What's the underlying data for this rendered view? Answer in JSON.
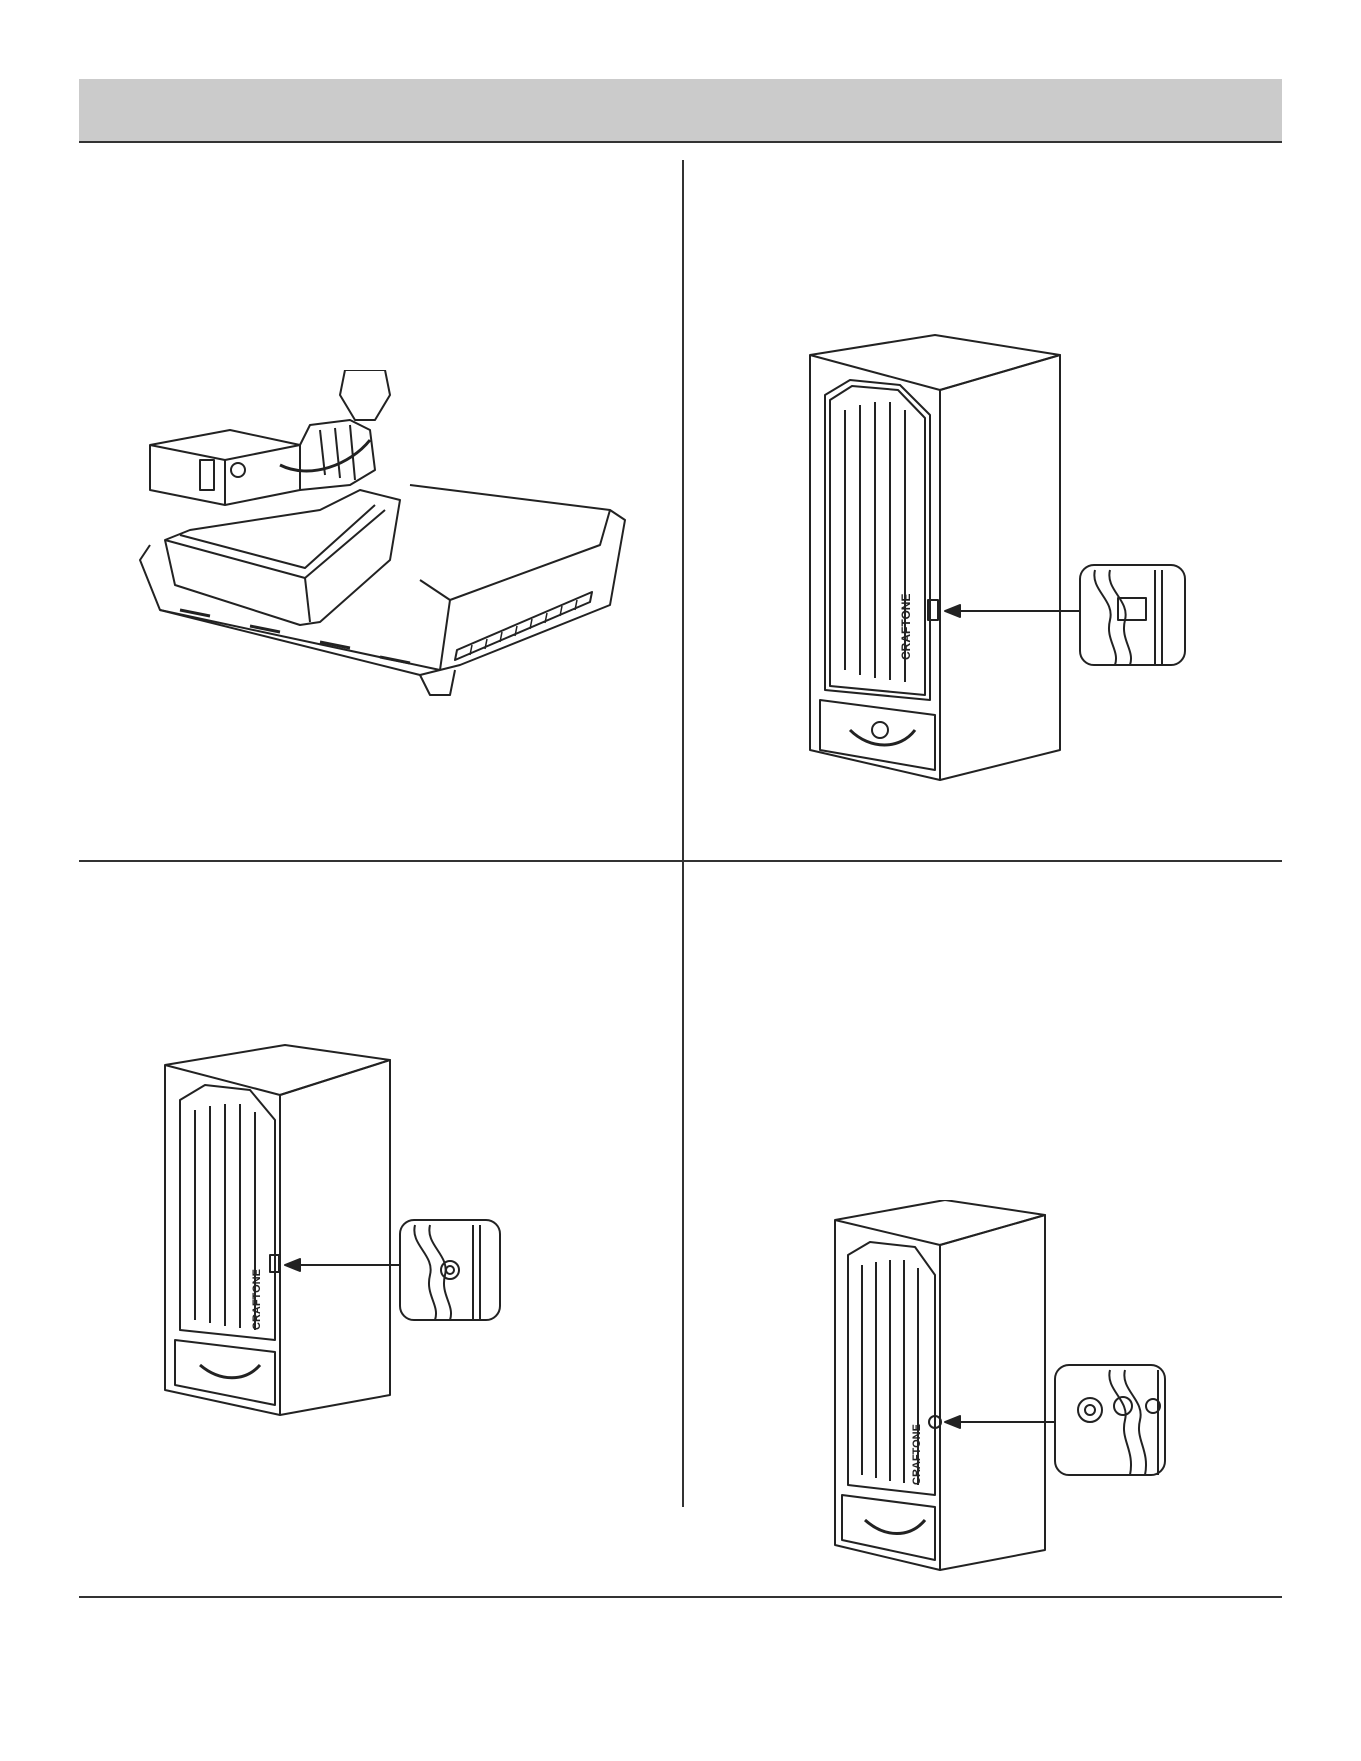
{
  "header": {
    "title": ""
  },
  "steps": [
    {
      "text": ""
    },
    {
      "text": ""
    },
    {
      "text": ""
    },
    {
      "text": ""
    }
  ],
  "figures": {
    "ice_maker": {
      "icon": "ice-maker-drawer-illustration"
    },
    "fridge_back_1": {
      "icon": "fridge-back-illustration",
      "stamp": "CRAFTONE"
    },
    "fridge_back_2": {
      "icon": "fridge-back-illustration",
      "stamp": "CRAFTONE"
    },
    "fridge_back_3": {
      "icon": "fridge-back-illustration",
      "stamp": "CRAFTONE"
    }
  },
  "colors": {
    "header_bg": "#cbcbcb",
    "line": "#222222"
  }
}
